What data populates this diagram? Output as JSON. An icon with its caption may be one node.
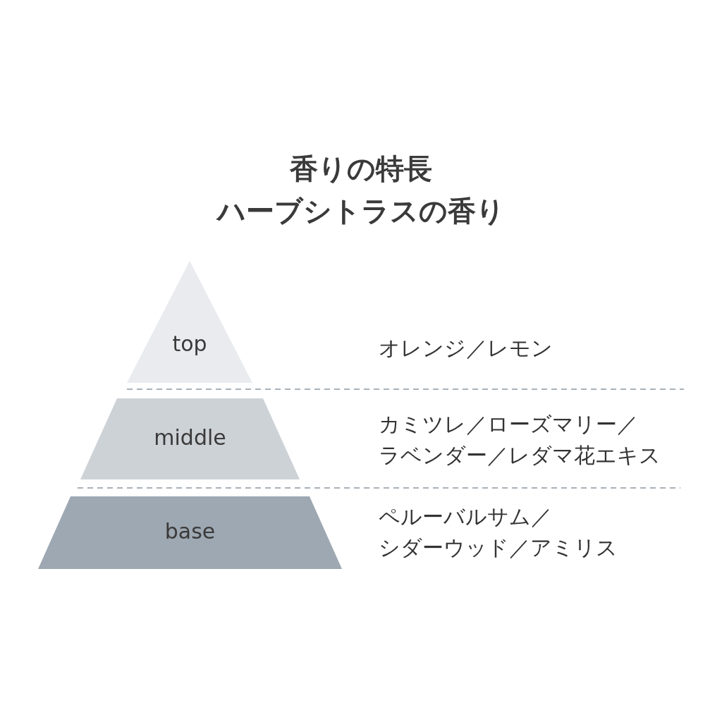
{
  "diagram": {
    "title": "香りの特長",
    "nodes": [
      {
        "text": [
          "top"
        ]
      },
      {
        "text": [
          "middle"
        ]
      },
      {
        "text": [
          "base"
        ]
      }
    ],
    "edges": [],
    "labels": [
      "ハーブシトラスの香り",
      "オレンジ／レモン",
      "カミツレ／ローズマリー／ラベンダー／レダマ花エキス",
      "ペルーバルサム／シダーウッド／アミリス"
    ]
  }
}
